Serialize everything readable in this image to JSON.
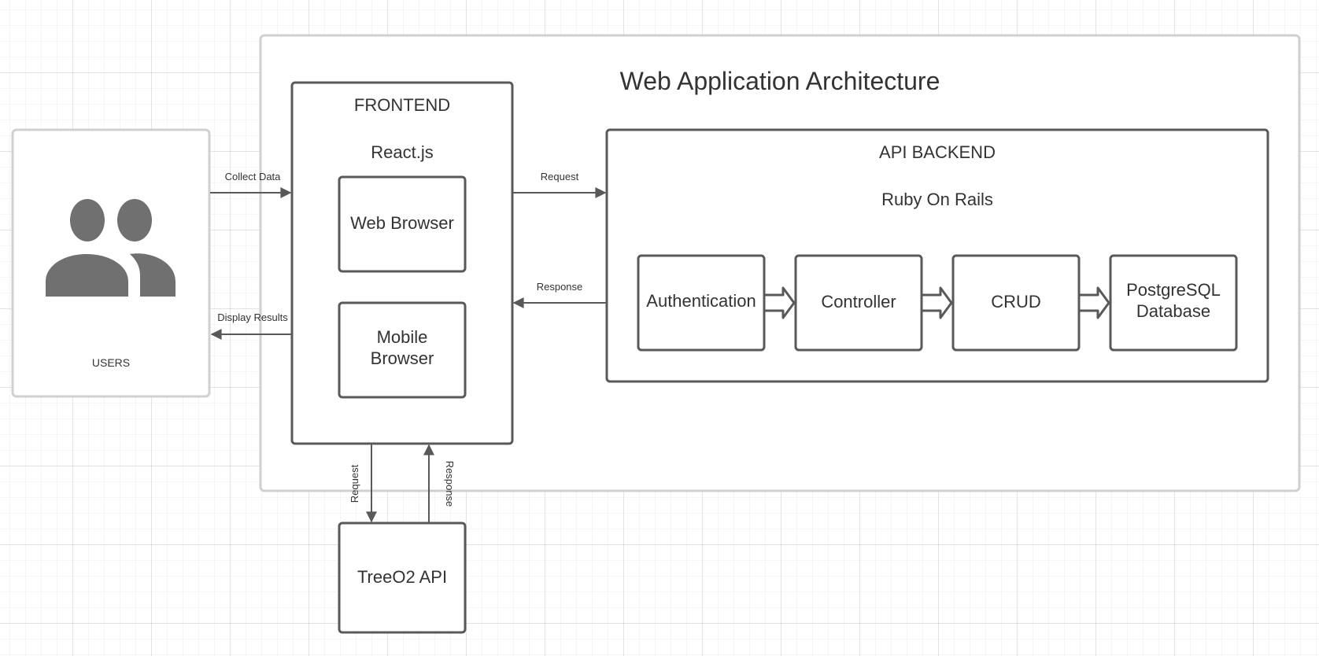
{
  "title": "Web Application Architecture",
  "users": {
    "label": "USERS"
  },
  "frontend": {
    "heading": "FRONTEND",
    "framework": "React.js",
    "web_browser": "Web Browser",
    "mobile_browser": [
      "Mobile",
      "Browser"
    ]
  },
  "backend": {
    "heading": "API BACKEND",
    "framework": "Ruby On Rails",
    "components": [
      "Authentication",
      "Controller",
      "CRUD"
    ],
    "database": [
      "PostgreSQL",
      "Database"
    ]
  },
  "external": {
    "api": "TreeO2 API"
  },
  "arrows": {
    "collect_data": "Collect Data",
    "display_results": "Display Results",
    "request": "Request",
    "response": "Response",
    "api_request": "Request",
    "api_response": "Response"
  },
  "colors": {
    "stroke": "#595959",
    "outer_border": "#d0d0d0",
    "icon_fill": "#707070",
    "text": "#333333"
  },
  "icons": {
    "users": "users-group-icon"
  }
}
